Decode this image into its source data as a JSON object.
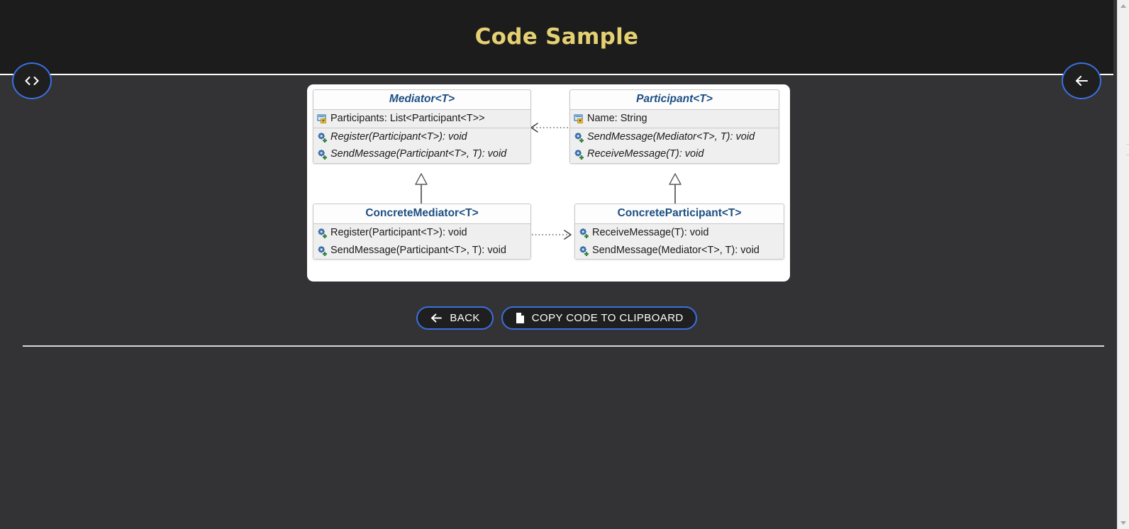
{
  "header": {
    "title": "Code Sample"
  },
  "fab": {
    "code_icon": "code-brackets-icon",
    "back_icon": "arrow-left-icon"
  },
  "diagram": {
    "type": "uml-class-diagram",
    "pattern": "Mediator",
    "classes": [
      {
        "id": "mediator",
        "name": "Mediator<T>",
        "abstract": true,
        "properties": [
          {
            "icon": "property-icon",
            "text": "Participants: List<Participant<T>>"
          }
        ],
        "methods": [
          {
            "icon": "method-icon",
            "text": "Register(Participant<T>): void"
          },
          {
            "icon": "method-icon",
            "text": "SendMessage(Participant<T>, T): void"
          }
        ]
      },
      {
        "id": "participant",
        "name": "Participant<T>",
        "abstract": true,
        "properties": [
          {
            "icon": "property-icon",
            "text": "Name: String"
          }
        ],
        "methods": [
          {
            "icon": "method-icon",
            "text": "SendMessage(Mediator<T>, T): void"
          },
          {
            "icon": "method-icon",
            "text": "ReceiveMessage(T): void"
          }
        ]
      },
      {
        "id": "concrete-mediator",
        "name": "ConcreteMediator<T>",
        "abstract": false,
        "properties": [],
        "methods": [
          {
            "icon": "method-icon",
            "text": "Register(Participant<T>): void"
          },
          {
            "icon": "method-icon",
            "text": "SendMessage(Participant<T>, T): void"
          }
        ]
      },
      {
        "id": "concrete-participant",
        "name": "ConcreteParticipant<T>",
        "abstract": false,
        "properties": [],
        "methods": [
          {
            "icon": "method-icon",
            "text": "ReceiveMessage(T): void"
          },
          {
            "icon": "method-icon",
            "text": "SendMessage(Mediator<T>, T): void"
          }
        ]
      }
    ],
    "relations": [
      {
        "from": "participant",
        "to": "mediator",
        "style": "dotted",
        "arrow": "open",
        "kind": "dependency"
      },
      {
        "from": "concrete-mediator",
        "to": "concrete-participant",
        "style": "dotted",
        "arrow": "open",
        "kind": "dependency"
      },
      {
        "from": "concrete-mediator",
        "to": "mediator",
        "style": "solid",
        "arrow": "hollow-triangle",
        "kind": "inheritance"
      },
      {
        "from": "concrete-participant",
        "to": "participant",
        "style": "solid",
        "arrow": "hollow-triangle",
        "kind": "inheritance"
      }
    ]
  },
  "actions": {
    "back_label": "BACK",
    "back_icon": "arrow-left-icon",
    "copy_label": "COPY CODE TO CLIPBOARD",
    "copy_icon": "document-copy-icon"
  },
  "colors": {
    "header_bg": "#1c1c1c",
    "body_bg": "#333335",
    "title_gold": "#e5d172",
    "button_border_blue": "#3b6fe0",
    "uml_class_name": "#1c4f82",
    "divider": "#d8d8d8"
  }
}
